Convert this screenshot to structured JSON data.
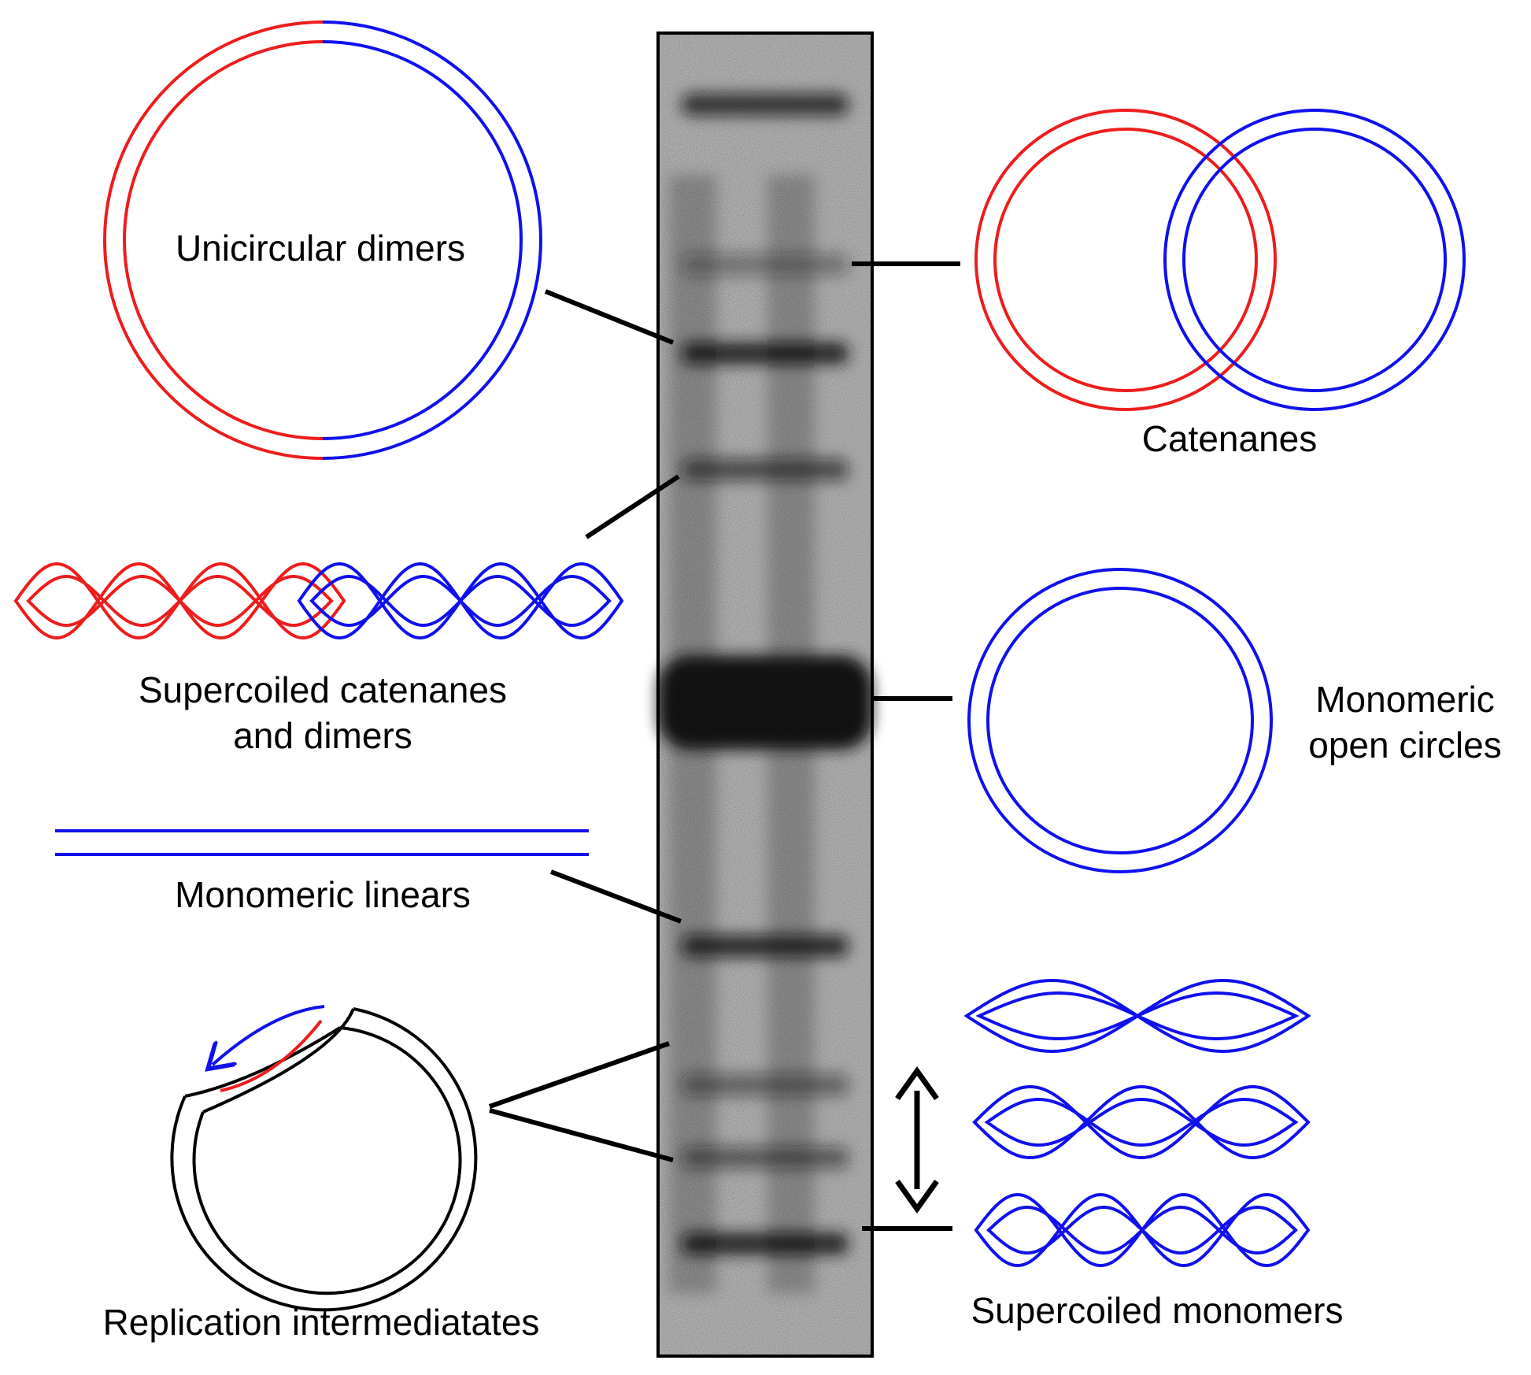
{
  "colors": {
    "strand_a": "#ee1c1c",
    "strand_b": "#1010ee",
    "strand_neutral": "#000000",
    "connector": "#000000",
    "gel_background": "#c8c8c8",
    "gel_band": "#141414"
  },
  "labels": {
    "unicircular_dimers": "Unicircular dimers",
    "catenanes": "Catenanes",
    "supercoiled_catenanes_line1": "Supercoiled catenanes",
    "supercoiled_catenanes_line2": "and dimers",
    "monomeric_open_circles_line1": "Monomeric",
    "monomeric_open_circles_line2": "open circles",
    "monomeric_linears": "Monomeric linears",
    "replication_intermediates": "Replication intermediatates",
    "supercoiled_monomers": "Supercoiled monomers"
  },
  "gel_bands": [
    {
      "species": "well",
      "position": 0.054,
      "intensity": 0.75
    },
    {
      "species": "catenanes",
      "position": 0.175,
      "intensity": 0.35
    },
    {
      "species": "unicircular_dimers",
      "position": 0.242,
      "intensity": 0.85
    },
    {
      "species": "supercoiled_catenanes_and_dimers",
      "position": 0.33,
      "intensity": 0.6
    },
    {
      "species": "monomeric_open_circles",
      "position": 0.506,
      "intensity": 1.0
    },
    {
      "species": "monomeric_linears",
      "position": 0.69,
      "intensity": 0.8
    },
    {
      "species": "replication_intermediates_upper",
      "position": 0.795,
      "intensity": 0.45
    },
    {
      "species": "replication_intermediates_lower",
      "position": 0.85,
      "intensity": 0.5
    },
    {
      "species": "supercoiled_monomers",
      "position": 0.915,
      "intensity": 0.85
    }
  ],
  "icons": {
    "topoisomer_range": "double-headed-arrow-icon",
    "replication_direction": "arrow-icon"
  }
}
